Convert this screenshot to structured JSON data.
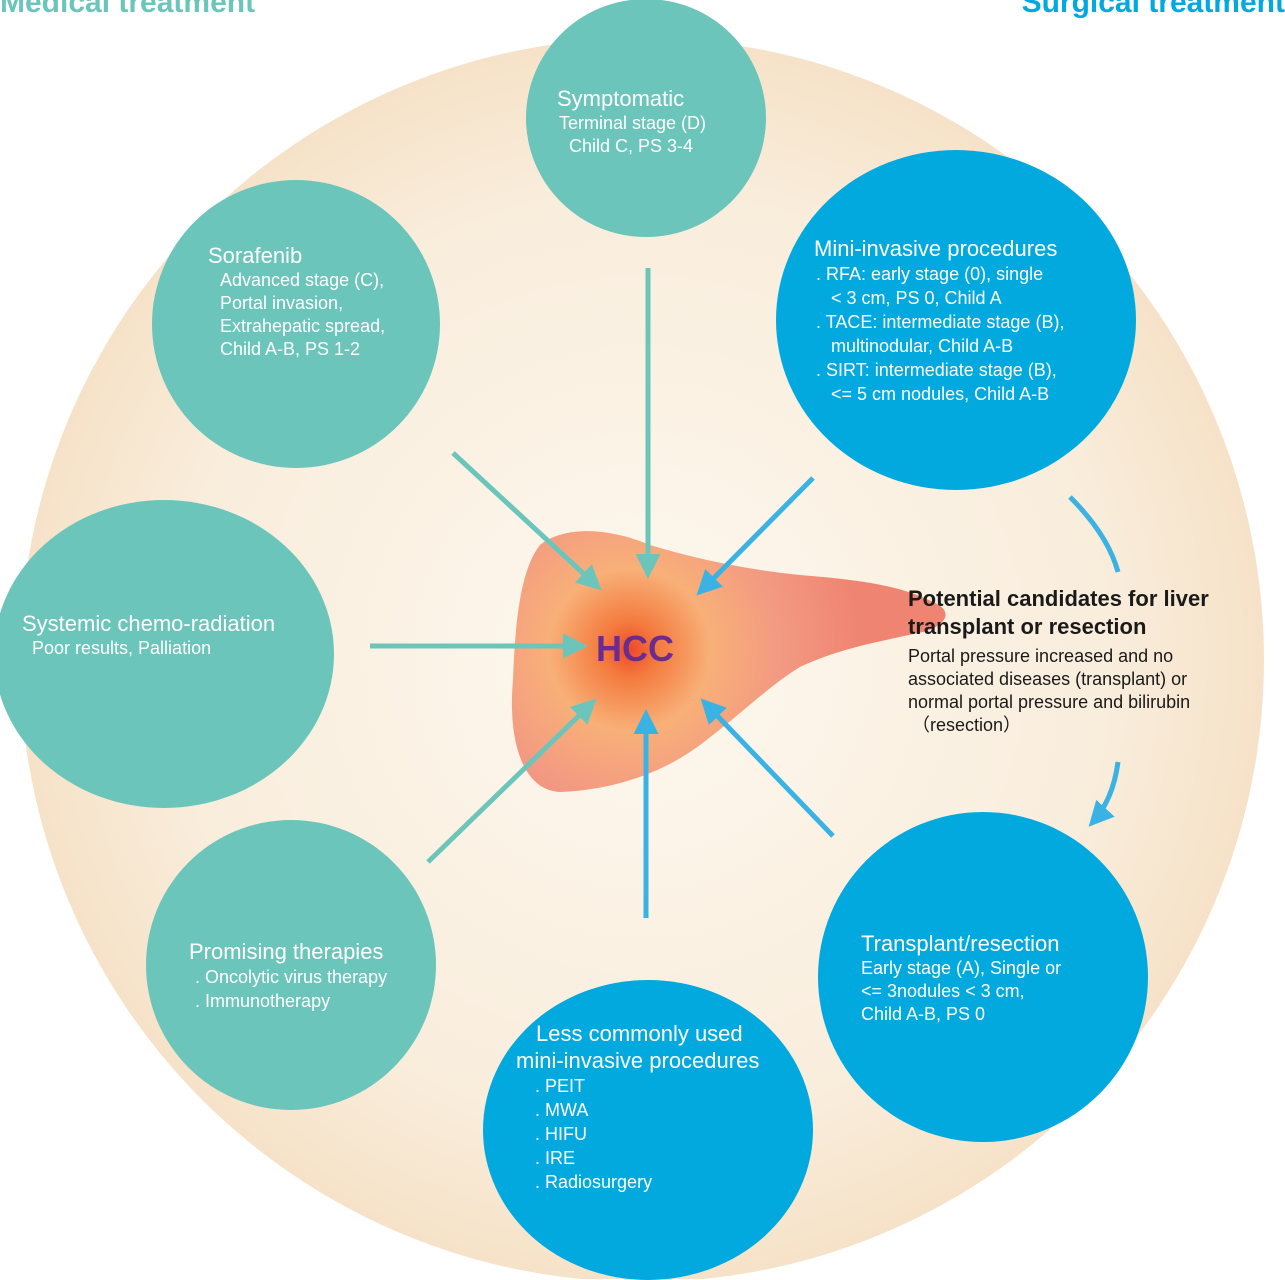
{
  "headers": {
    "left": "Medical treatment",
    "right": "Surgical treatment"
  },
  "center": {
    "label": "HCC"
  },
  "nodes": {
    "symptomatic": {
      "title": "Symptomatic",
      "lines": [
        "Terminal stage (D)",
        "Child C, PS 3-4"
      ]
    },
    "sorafenib": {
      "title": "Sorafenib",
      "lines": [
        "Advanced stage (C),",
        "Portal invasion,",
        "Extrahepatic spread,",
        "Child A-B, PS 1-2"
      ]
    },
    "chemo": {
      "title": "Systemic chemo-radiation",
      "lines": [
        "Poor results, Palliation"
      ]
    },
    "promising": {
      "title": "Promising therapies",
      "items": [
        "Oncolytic virus therapy",
        "Immunotherapy"
      ]
    },
    "less_common": {
      "title_lines": [
        "Less commonly used",
        "mini-invasive procedures"
      ],
      "items": [
        "PEIT",
        "MWA",
        "HIFU",
        "IRE",
        "Radiosurgery"
      ]
    },
    "transplant": {
      "title": "Transplant/resection",
      "lines": [
        "Early stage (A), Single or",
        "<= 3nodules < 3 cm,",
        "Child A-B, PS 0"
      ]
    },
    "mini_invasive": {
      "title": "Mini-invasive procedures",
      "items": [
        "RFA: early stage (0), single",
        "< 3 cm, PS 0, Child A",
        "TACE: intermediate stage (B),",
        "multinodular, Child A-B",
        "SIRT: intermediate stage (B),",
        "<= 5 cm nodules, Child A-B"
      ]
    }
  },
  "candidates": {
    "title": "Potential candidates for liver transplant or resection",
    "description_lines": [
      "Portal pressure increased and no",
      "associated diseases (transplant) or",
      "normal portal pressure and bilirubin",
      "（resection）"
    ]
  },
  "colors": {
    "medical": "#6cc5bb",
    "surgical": "#02a9df",
    "background_disc": "#f7e6cf",
    "liver": "#f08d78",
    "hcc_text": "#6a2d8f"
  }
}
